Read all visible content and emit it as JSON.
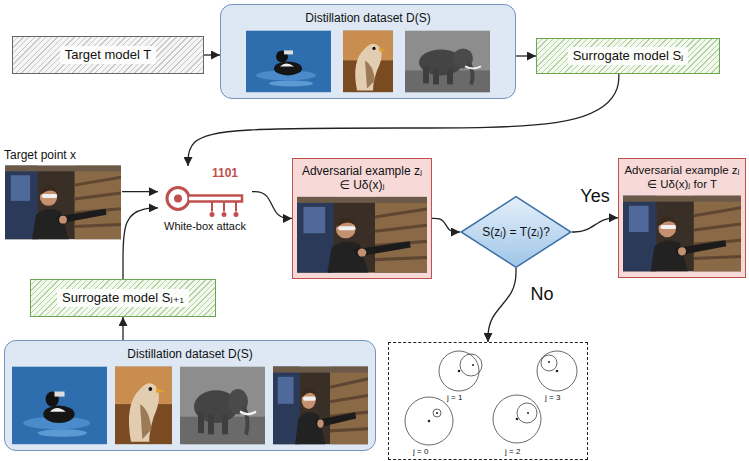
{
  "diagram": {
    "nodes": [
      {
        "text": [
          "Target model T"
        ]
      },
      {
        "text": [
          "Distillation dataset D(S)"
        ]
      },
      {
        "text": [
          "Surrogate model Sⱼ"
        ]
      },
      {
        "text": [
          "Target point x"
        ]
      },
      {
        "text": [
          "1101",
          "White-box attack"
        ]
      },
      {
        "text": [
          "Adversarial example zⱼ ∈ Uδ(x)ⱼ"
        ]
      },
      {
        "text": [
          "S(zⱼ) = T(zⱼ)?"
        ]
      },
      {
        "text": [
          "Adversarial example zⱼ ∈ Uδ(x)ⱼ for T"
        ]
      },
      {
        "text": [
          "Surrogate model Sⱼ₊₁"
        ]
      },
      {
        "text": [
          "Distillation dataset D(S)"
        ]
      },
      {
        "text": [
          "j = 0",
          "j = 1",
          "j = 2",
          "j = 3"
        ]
      }
    ],
    "edges": [
      {
        "from": 0,
        "to": 1,
        "arrow": "to"
      },
      {
        "from": 1,
        "to": 2,
        "arrow": "to"
      },
      {
        "from": 2,
        "to": 4,
        "arrow": "to"
      },
      {
        "from": 3,
        "to": 4,
        "arrow": "to"
      },
      {
        "from": 4,
        "to": 5,
        "arrow": "to"
      },
      {
        "from": 5,
        "to": 6,
        "arrow": "to"
      },
      {
        "from": 6,
        "to": 7,
        "label": "Yes",
        "arrow": "to"
      },
      {
        "from": 6,
        "to": 10,
        "label": "No",
        "arrow": "to"
      },
      {
        "from": 8,
        "to": 4,
        "arrow": "to"
      },
      {
        "from": 9,
        "to": 8,
        "arrow": "to"
      }
    ]
  }
}
